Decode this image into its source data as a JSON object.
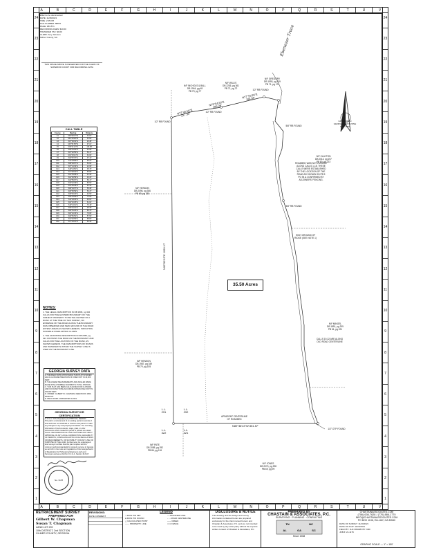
{
  "grid": {
    "columns": [
      "A",
      "B",
      "C",
      "D",
      "E",
      "F",
      "G",
      "H",
      "I",
      "J",
      "K",
      "L",
      "M",
      "N",
      "O",
      "P",
      "Q",
      "R",
      "S",
      "T",
      "U",
      "V"
    ],
    "rows": [
      "24",
      "23",
      "22",
      "21",
      "20",
      "19",
      "18",
      "17",
      "16",
      "15",
      "14",
      "13",
      "12",
      "11",
      "10",
      "9",
      "8",
      "7",
      "6",
      "5",
      "4",
      "3",
      "2",
      "1"
    ]
  },
  "file_note": [
    "Effect to be documented",
    "DATE: 11/28/2021",
    "TIME: 2:35 PM",
    "FILE NUMBER: 88870",
    "PAGE: 383-571",
    "RECORDING FEES: $10.00",
    "TRANSFER TAX: $0.00",
    "CLERK: Amy Johnson",
    "Gilmer County, GA"
  ],
  "records_note": "THIS SPACE ABOVE IS RESERVED FOR THE CLERK OF SUPERIOR COURT FOR RECORDING DATA",
  "call_table": {
    "title": "CALL TABLE",
    "headers": [
      "Course",
      "Bearing",
      "Distance"
    ],
    "rows": [
      [
        "C1",
        "S08°09'37\"W",
        "32.87'"
      ],
      [
        "C2",
        "S02°43'28\"W",
        "31.60'"
      ],
      [
        "C3",
        "S07°06'10\"E",
        "23.48'"
      ],
      [
        "C4",
        "S05°51'58\"W",
        "97.01'"
      ],
      [
        "C5",
        "S08°11'12\"W",
        "118.88'"
      ],
      [
        "C6",
        "S00°41'22\"E",
        "42.55'"
      ],
      [
        "C7",
        "S07°42'50\"E",
        "50.17'"
      ],
      [
        "C8",
        "S04°34'11\"W",
        "62.66'"
      ],
      [
        "C9",
        "S03°57'37\"E",
        "37.13'"
      ],
      [
        "C10",
        "S11°43'58\"E",
        "65.22'"
      ],
      [
        "C11",
        "S08°29'07\"E",
        "54.60'"
      ],
      [
        "C12",
        "S07°14'19\"E",
        "22.98'"
      ],
      [
        "C13",
        "S16°11'50\"E",
        "35.76'"
      ],
      [
        "C14",
        "S17°48'10\"E",
        "55.89'"
      ],
      [
        "C15",
        "S12°54'08\"E",
        "41.40'"
      ],
      [
        "C16",
        "S14°06'59\"E",
        "46.33'"
      ],
      [
        "C17",
        "S16°55'07\"E",
        "56.17'"
      ],
      [
        "C18",
        "S18°22'46\"E",
        "86.53'"
      ],
      [
        "C19",
        "S10°05'18\"E",
        "91.42'"
      ],
      [
        "C20",
        "S06°19'37\"E",
        "50.48'"
      ],
      [
        "C21",
        "S05°58'59\"E",
        "56.37'"
      ],
      [
        "C22",
        "S09°45'23\"E",
        "40.53'"
      ],
      [
        "C23",
        "S09°03'59\"E",
        "74.90'"
      ],
      [
        "C24",
        "S11°24'36\"E",
        "46.61'"
      ],
      [
        "C25",
        "S02°32'25\"E",
        "61.62'"
      ],
      [
        "C26",
        "S10°11'01\"E",
        "70.18'"
      ],
      [
        "C27",
        "S05°01'21\"E",
        "48.35'"
      ],
      [
        "C28",
        "S06°51'23\"E",
        "83.79'"
      ],
      [
        "C29",
        "S03°16'43\"E",
        "76.66'"
      ],
      [
        "C30",
        "S09°50'52\"E",
        "57.56'"
      ],
      [
        "C31",
        "S14°26'53\"E",
        "58.83'"
      ],
      [
        "C32",
        "S17°29'21\"E",
        "60.40'"
      ]
    ]
  },
  "notes": {
    "title": "NOTES:",
    "items": [
      "1. THE LEGAL DESCRIPTION IN DB 1806, pg 322 CALLS FOR THE EASTERN BOUNDARY OF THE SUBJECT PROPERTY TO BE THE CENTER OF A ROAD. AT THE TIME OF THIS SURVEY, NO EVIDENCE OF THE ROAD ALONG THE BOUNDARY WAS OBSERVED AND NEW GROUND IN THE ROAD EXTENT AREAS AS SHOWN HEREON, INDICATING POSSIBLE OVERLAPPING CLAIMS.",
      "2. THE ADJOINING DESCRIPTION IN DB 2066, pg 291 CONTAINS THE ROAD AS THE BOUNDARY AND CALLS FOR THE LOCATION OF THE ROAD, AS SHOWN HEREON. THE DESCRIPTIONS OF ROADS AND WATERWAYS WITHIN THE SURVEY LINE IS USED AS THE BOUNDARY LINE."
    ]
  },
  "georgia_survey_data": {
    "title": "GEORGIA SURVEY DATA",
    "lines": [
      "A. THE FIELD DATA UPON WHICH THIS PLAT IS BASED HAS A CLOSURE PRECISION OF ONE FOOT IN 40,000 FEET.",
      "B. THE LINEAR MEASUREMENTS AND ANGLES WERE MADE WITH A TRIMBLE S6 ROBOTIC TOTAL STATION.",
      "C. THIS PLAT HAS BEEN CALCULATED FOR CLOSURE AND IS FOUND TO BE ACCURATE WITHIN ONE FOOT IN 360,000 FEET.",
      "D. OWNER: GILBERT W. CHAPMAN; DEED BOOK 1806, PAGE 322.",
      "E. FIELD WORK COMPLETED 11/2021."
    ]
  },
  "surveyor_cert": {
    "title": "GEORGIA SURVEYOR CERTIFICATION",
    "lines": [
      "O.C.G.A. 15-6-67(c)(3)(A) (d) APPROVAL NEEDED",
      "This plat is a retracement of an existing parcel or parcels of land and does not subdivide or create a new parcel or make any changes to any real property boundaries. The recording information of the documents, maps, plats, or other instruments which created the parcel or parcels are stated hereon. RECORDATION OF THIS PLAT DOES NOT IMPLY APPROVAL OF ANY LOCAL JURISDICTION, AVAILABILITY OF PERMITS, COMPLIANCE WITH LOCAL REGULATIONS OR REQUIREMENTS, OR SUITABILITY FOR ANY USE OR PURPOSE OF THE LAND. Furthermore, the undersigned land surveyor certifies that this plat complies with the minimum technical standards for property surveys in Georgia as set forth in the rules and regulations of the Georgia Board of Registration for Professional Engineers and Land Surveyors and as set forth in O.C.G.A. Section 15-6-67."
    ]
  },
  "seal_text": "No. 3178",
  "map": {
    "acreage": "35.50 Acres",
    "road_name": "Ebenezer Trace",
    "north_label": "GRID NORTH\nGEORGIA WEST ZONE\nNAD 1983",
    "bearing_west": "N00°00'33\"E  1099.17'",
    "bearing_south": "N89°38'43\"W  851.57'",
    "bearing_nw": "N77°46'18\"E\n217.30'",
    "bearing_ne1": "N79°54'20\"E\n285.08'",
    "bearing_ne2": "N77°55'33\"E\n194.85'",
    "adjoiners": [
      {
        "key": "nichols",
        "text": "N/F NICHOLS & BALL\nDB 1944, pg 48\nPB 79, pg 77"
      },
      {
        "key": "willis",
        "text": "N/F WILLIS\nDB 2236, pg 361\nPB 71, pg 72"
      },
      {
        "key": "gregory",
        "text": "N/F GREGORY\nDB 1593, pg 219\nPB 71, pg 171"
      },
      {
        "key": "clayton",
        "text": "N/F CLAYTON\nDB 2013, pg 197\nPB 80, pg 223"
      },
      {
        "key": "henson1",
        "text": "N/F HENSON\nDB 2096, pg 306\nPB 69, pg 185"
      },
      {
        "key": "henson2",
        "text": "N/F HENSON\nDB 1987, pg 349\nPB 79, pg 155"
      },
      {
        "key": "mingel",
        "text": "N/F MINGEL\nDB 1851, pg 209\nPB 61, pg 221"
      },
      {
        "key": "pate",
        "text": "N/F PATE\nDB 2085, pg 292\nPB 86, pg 116"
      },
      {
        "key": "jones",
        "text": "N/F JONES\nDB 2070, pg 298\nPB 69, pg 99"
      }
    ],
    "land_lots": [
      {
        "key": "ll291",
        "text": "L.L.\n291"
      },
      {
        "key": "ll292",
        "text": "L.L.\n292"
      },
      {
        "key": "ll322",
        "text": "L.L.\n322"
      },
      {
        "key": "ll321",
        "text": "L.L.\n321"
      }
    ],
    "features": [
      {
        "key": "pin1",
        "text": "1/2\" RB FOUND"
      },
      {
        "key": "pin2",
        "text": "1/2\" RB FOUND"
      },
      {
        "key": "pin3",
        "text": "1/2\" RB FOUND"
      },
      {
        "key": "pin4",
        "text": "5/8\" RB FOUND"
      },
      {
        "key": "pin5",
        "text": "5/8\" RB FOUND"
      },
      {
        "key": "pin6",
        "text": "1/2\" OTP FOUND"
      },
      {
        "key": "road_note",
        "text": "ROADBED WAS NOT EVIDENT\nALONG CALLS 1-18. THESE\nCALLS WERE ESTABLISHED\nBY THE LOCATION OF THE\nROAD AS SHOWN ON PB 9\nPG 94 & CONFIRMED BY\nADJOINERS' FENCING."
      },
      {
        "key": "fence",
        "text": "CALLS 19-32 ARE ALONG\nOLD ROAD CENTERLINE"
      },
      {
        "key": "spring",
        "text": "HIGH GROUND OF\nRIDGE (SEE NOTE 1)"
      },
      {
        "key": "stream",
        "text": "APPARENT CENTERLINE\nOF ROADBED"
      }
    ]
  },
  "title_block": {
    "logo": "RETRACEMENT SURVEY",
    "prepared_for_label": "PREPARED FOR",
    "client_1": "Gilbert W. Chapman",
    "client_2": "Susan T. Chapman",
    "land_lines": [
      "LAND LOT 292",
      "10th DISTRICT, 2nd SECTION",
      "GILMER COUNTY, GEORGIA"
    ],
    "revisions_label": "REVISIONS:",
    "revisions": [
      "DATE    COMMENT",
      "",
      ""
    ],
    "legend_label": "LEGEND",
    "legend_items": [
      "○ IRON PIN SET",
      "● IRON PIN FOUND",
      "△ CALCULATED POINT",
      "—— PROPERTY LINE",
      "--- ADJOINER LINE",
      "- - - ROAD CENTERLINE",
      "~~~ CREEK",
      "××× FENCE"
    ],
    "disclosure_label": "DISCLOSURE & NOTICE",
    "disclosure_text": "This drawing and the design and survey information contained herein are prepared exclusively for the client named hereon and Chastain & Associates, P.C. and are not intended to be used by any other party without the express written consent of Chastain & Associates, P.C.",
    "firm_prepared": "PREPARED BY",
    "firm_name": "CHASTAIN & ASSOCIATES, P.C.",
    "firm_sub": "SURVEYING · PLANNING · CONSULTING",
    "firm_est": "Since 1968",
    "states": [
      "TN",
      "NC",
      "AL",
      "GA",
      "SC"
    ],
    "website": "CHASTAINASSOCIATES.COM",
    "phone": "(706) 636-7628 / (770) 886-1770",
    "email": "INFO@CHASTAINASSOCIATES.COM",
    "address": "PO BOX 1136, ELLIJAY, GA 30540",
    "survey_info": [
      "DATE OF SURVEY: 11/10/2021",
      "DATE OF PLAT: 11/22/2021",
      "FIELD BY: JHC  DRAWN BY: KRF",
      "JOB #: 21-1176"
    ],
    "scale": "GRAPHIC SCALE — 1\" = 150'"
  }
}
